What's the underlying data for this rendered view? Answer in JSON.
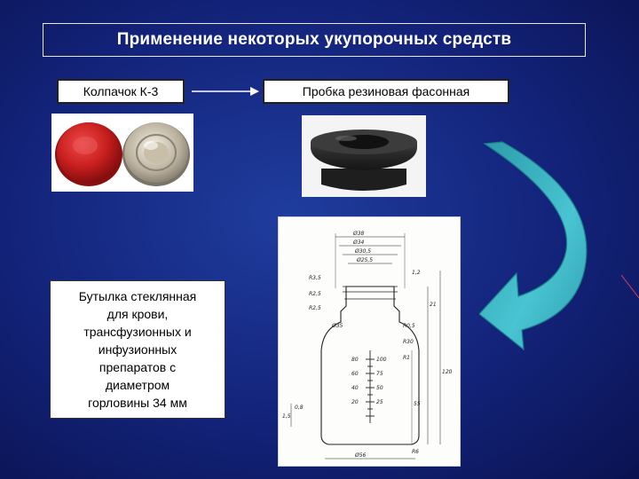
{
  "slide": {
    "title": "Применение некоторых укупорочных средств",
    "cap_label": "Колпачок К-3",
    "stopper_label": "Пробка резиновая фасонная",
    "bottle_text_lines": [
      "Бутылка стеклянная",
      "для крови,",
      "трансфузионных и",
      "инфузионных",
      "препаратов с",
      "диаметром",
      "горловины 34 мм"
    ]
  },
  "colors": {
    "background": "#1a3090",
    "arrow_teal": "#3fb8c8",
    "cap_red": "#c81e1e",
    "stopper_black": "#2a2a2a"
  },
  "drawing_labels": {
    "top_dims": [
      "Ø38",
      "Ø34",
      "Ø30,5",
      "Ø25,5"
    ],
    "left_dims": [
      "R3,5",
      "R2,5",
      "R2,5",
      "Ø35"
    ],
    "right_dims": [
      "R0,5",
      "R30",
      "R1",
      "1,2",
      "21",
      "55",
      "120"
    ],
    "scale_marks": [
      "100",
      "75",
      "50",
      "25"
    ],
    "left_scale": [
      "80",
      "60",
      "40",
      "20"
    ],
    "bottom_dims": [
      "Ø56",
      "R6"
    ],
    "small_left": [
      "1,5",
      "0,8"
    ]
  }
}
